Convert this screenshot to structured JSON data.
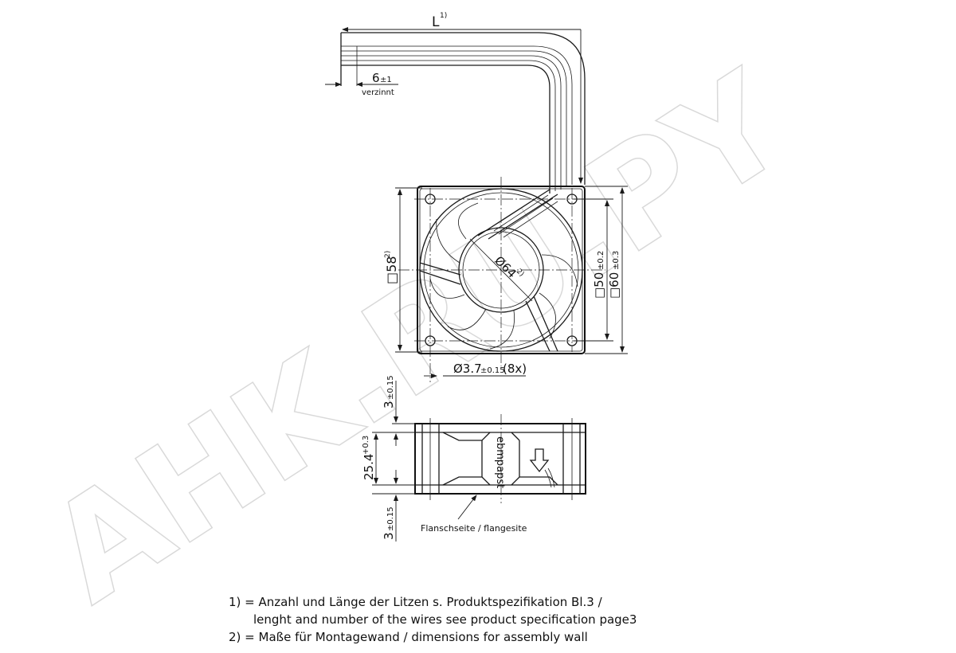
{
  "watermark": "AHK.RU.PY",
  "wire": {
    "length_label": "L",
    "length_sup": "1)",
    "strip_value": "6",
    "strip_tol": "±1",
    "strip_note": "verzinnt"
  },
  "front_view": {
    "hub_diameter": "Ø64",
    "hub_sup": "2)",
    "assembly_square": "□58",
    "assembly_sup": "2)",
    "hole_pitch": "□50",
    "hole_pitch_tol": "±0.2",
    "outer_size": "□60",
    "outer_size_tol": "±0.3",
    "hole_dia": "Ø3.7",
    "hole_dia_tol": "±0.15",
    "hole_count": "(8x)"
  },
  "side_view": {
    "flange_top": "3",
    "flange_top_tol": "±0.15",
    "depth": "25.4",
    "depth_tol": "+0.3",
    "flange_bottom": "3",
    "flange_bottom_tol": "±0.15",
    "brand": "ebmpapst",
    "flange_label": "Flanschseite / flangesite"
  },
  "notes": {
    "n1_line1": "1) = Anzahl und Länge der Litzen s. Produktspezifikation Bl.3 /",
    "n1_line2": "lenght and number of the wires see product specification page3",
    "n2": "2) = Maße für Montagewand / dimensions for assembly wall"
  }
}
